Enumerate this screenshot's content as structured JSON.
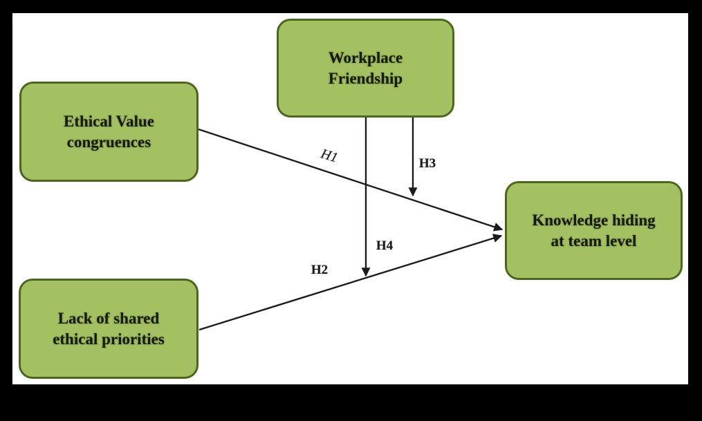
{
  "diagram": {
    "type": "conceptual-model-path-diagram",
    "nodes": {
      "workplace_friendship": {
        "label": "Workplace\nFriendship"
      },
      "ethical_value_congruences": {
        "label": "Ethical Value\ncongruences"
      },
      "knowledge_hiding": {
        "label": "Knowledge hiding\nat team level"
      },
      "lack_shared_ethical_priorities": {
        "label": "Lack of shared\nethical priorities"
      }
    },
    "edges": {
      "h1": {
        "label": "H1",
        "from": "ethical_value_congruences",
        "to": "knowledge_hiding"
      },
      "h2": {
        "label": "H2",
        "from": "lack_shared_ethical_priorities",
        "to": "knowledge_hiding"
      },
      "h3": {
        "label": "H3",
        "from": "workplace_friendship",
        "to": "edge h1 (moderation)"
      },
      "h4": {
        "label": "H4",
        "from": "workplace_friendship",
        "to": "edge h2 (moderation)"
      }
    },
    "colors": {
      "node_fill": "#a3c162",
      "node_border": "#4c661f",
      "arrow": "#1c1c1c",
      "canvas_background": "#ffffff",
      "frame_background": "#000000",
      "text": "#16190b"
    }
  }
}
